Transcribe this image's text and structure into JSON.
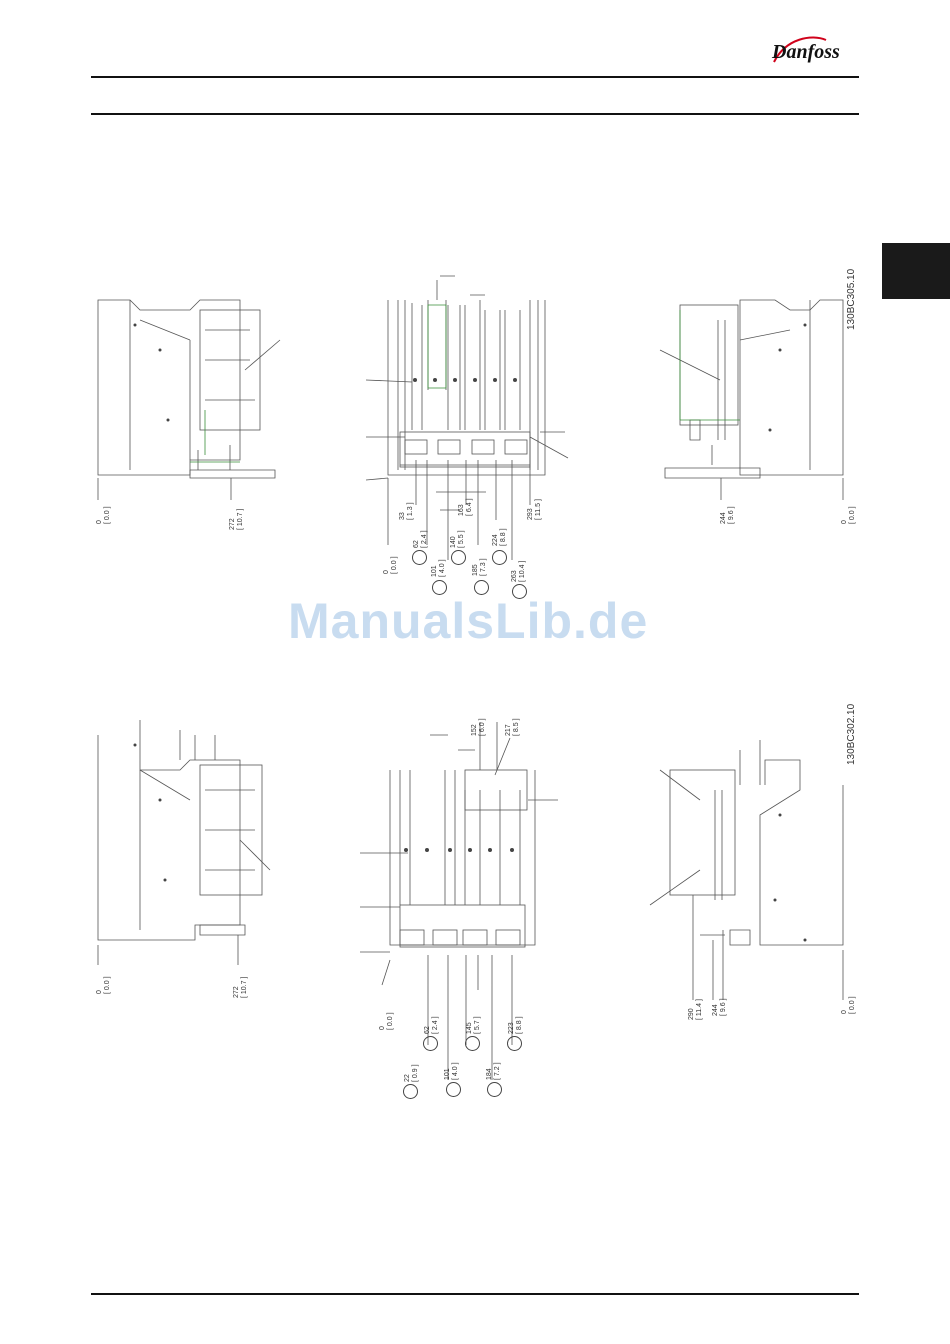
{
  "brand": {
    "logo_text": "Danfoss"
  },
  "watermark": "ManualsLib.de",
  "figures": [
    {
      "code": "130BC305.10",
      "dimensions": [
        {
          "value": "0",
          "inch": "[ 0.0 ]"
        },
        {
          "value": "272",
          "inch": "[ 10.7 ]"
        },
        {
          "value": "33",
          "inch": "[ 1.3 ]"
        },
        {
          "value": "62",
          "inch": "[ 2.4 ]"
        },
        {
          "value": "101",
          "inch": "[ 4.0 ]"
        },
        {
          "value": "140",
          "inch": "[ 5.5 ]"
        },
        {
          "value": "163",
          "inch": "[ 6.4 ]"
        },
        {
          "value": "185",
          "inch": "[ 7.3 ]"
        },
        {
          "value": "224",
          "inch": "[ 8.8 ]"
        },
        {
          "value": "263",
          "inch": "[ 10.4 ]"
        },
        {
          "value": "293",
          "inch": "[ 11.5 ]"
        },
        {
          "value": "0",
          "inch": "[ 0.0 ]"
        },
        {
          "value": "244",
          "inch": "[ 9.6 ]"
        },
        {
          "value": "0",
          "inch": "[ 0.0 ]"
        }
      ]
    },
    {
      "code": "130BC302.10",
      "dimensions": [
        {
          "value": "0",
          "inch": "[ 0.0 ]"
        },
        {
          "value": "272",
          "inch": "[ 10.7 ]"
        },
        {
          "value": "152",
          "inch": "[ 6.0 ]"
        },
        {
          "value": "217",
          "inch": "[ 8.5 ]"
        },
        {
          "value": "0",
          "inch": "[ 0.0 ]"
        },
        {
          "value": "22",
          "inch": "[ 0.9 ]"
        },
        {
          "value": "62",
          "inch": "[ 2.4 ]"
        },
        {
          "value": "101",
          "inch": "[ 4.0 ]"
        },
        {
          "value": "145",
          "inch": "[ 5.7 ]"
        },
        {
          "value": "184",
          "inch": "[ 7.2 ]"
        },
        {
          "value": "223",
          "inch": "[ 8.8 ]"
        },
        {
          "value": "290",
          "inch": "[ 11.4 ]"
        },
        {
          "value": "244",
          "inch": "[ 9.6 ]"
        },
        {
          "value": "0",
          "inch": "[ 0.0 ]"
        }
      ]
    }
  ]
}
